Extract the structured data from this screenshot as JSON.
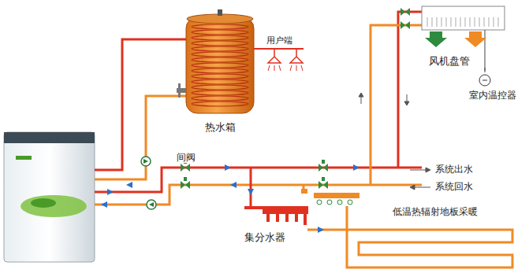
{
  "diagram": {
    "nodes": [
      {
        "text": [
          "热水箱"
        ]
      },
      {
        "text": [
          "风机盘管"
        ]
      },
      {
        "text": [
          "室内温控器"
        ]
      },
      {
        "text": [
          "集分水器"
        ]
      },
      {
        "text": [
          "低温热辐射地板采暖"
        ]
      }
    ],
    "edges": [
      {
        "from": 1,
        "to": 2,
        "arrow": "none"
      }
    ],
    "labels": [
      "用户端",
      "间阀",
      "系统出水",
      "系统回水"
    ]
  }
}
